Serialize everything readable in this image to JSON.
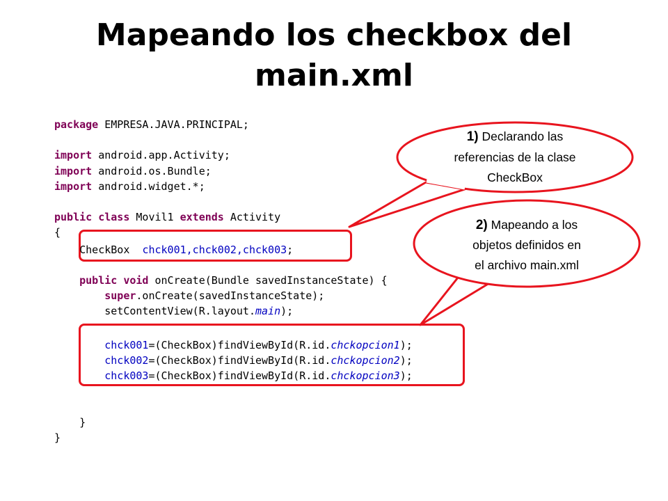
{
  "slide": {
    "title_line1": "Mapeando los checkbox  del",
    "title_line2": "main.xml"
  },
  "code": {
    "l1_kw": "package",
    "l1_rest": " EMPRESA.JAVA.PRINCIPAL;",
    "l3_kw": "import",
    "l3_rest": " android.app.Activity;",
    "l4_kw": "import",
    "l4_rest": " android.os.Bundle;",
    "l5_kw": "import",
    "l5_rest": " android.widget.*;",
    "l7_kw1": "public",
    "l7_kw2": "class",
    "l7_name": " Movil1 ",
    "l7_kw3": "extends",
    "l7_rest": " Activity",
    "l8": "{",
    "l9_type": "    CheckBox  ",
    "l9_fields": "chck001,chck002,chck003",
    "l9_end": ";",
    "l11_kw1": "public",
    "l11_kw2": "void",
    "l11_rest": " onCreate(Bundle savedInstanceState) {",
    "l12_kw": "super",
    "l12_rest": ".onCreate(savedInstanceState);",
    "l13_pre": "        setContentView(R.layout.",
    "l13_it": "main",
    "l13_end": ");",
    "m1_pre": "chck001",
    "m1_mid": "=(CheckBox)findViewById(R.id.",
    "m1_id": "chckopcion1",
    "m1_end": ");",
    "m2_pre": "chck002",
    "m2_mid": "=(CheckBox)findViewById(R.id.",
    "m2_id": "chckopcion2",
    "m2_end": ");",
    "m3_pre": "chck003",
    "m3_mid": "=(CheckBox)findViewById(R.id.",
    "m3_id": "chckopcion3",
    "m3_end": ");",
    "close_inner": "    }",
    "close_outer": "}"
  },
  "callout1": {
    "num": "1)",
    "line1": " Declarando las",
    "line2": "referencias de la clase",
    "line3": "CheckBox"
  },
  "callout2": {
    "num": "2)",
    "line1": " Mapeando a los",
    "line2": "objetos definidos  en",
    "line3": "el archivo  main.xml"
  },
  "colors": {
    "highlight": "#e8141e",
    "keyword": "#7f0055",
    "field": "#0000c0"
  }
}
